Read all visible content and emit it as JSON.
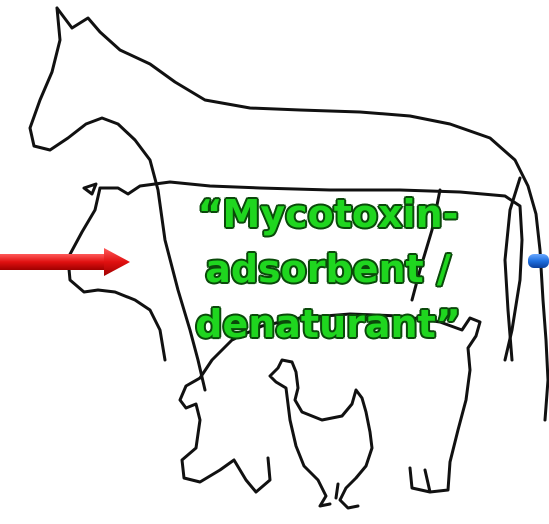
{
  "label": {
    "lines": [
      "“Mycotoxin-",
      "adsorbent /",
      "denaturant”"
    ]
  },
  "colors": {
    "label_text": "#1fd61f",
    "label_outline": "#0a4a0a",
    "input_arrow": "#e01010",
    "output_arrow": "#1e6fe0",
    "animal_outline": "#111111"
  }
}
